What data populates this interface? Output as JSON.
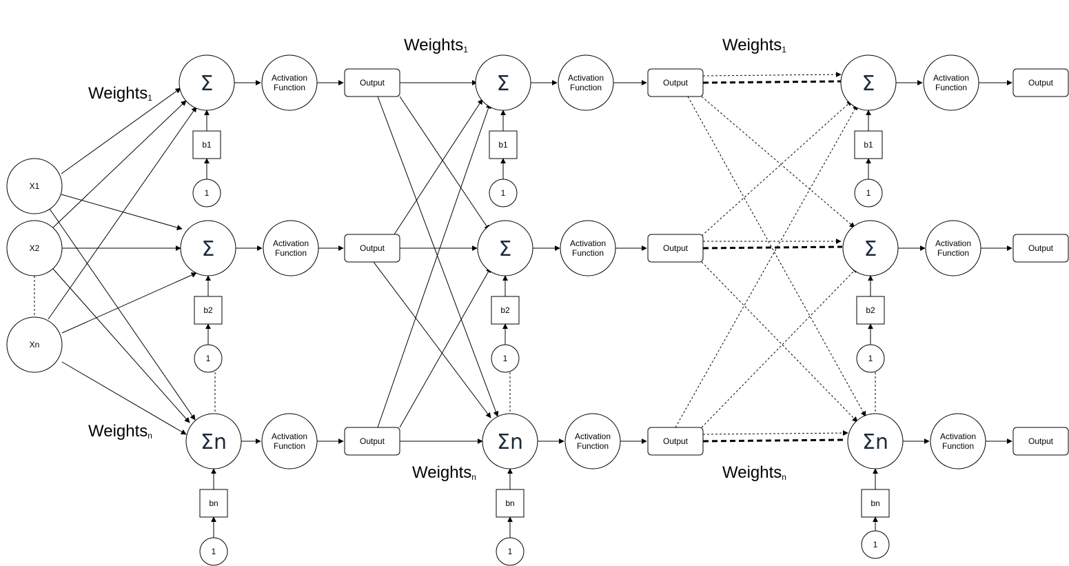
{
  "inputs": {
    "x1": "X1",
    "x2": "X2",
    "xn": "Xn"
  },
  "sigma": "Σ",
  "sigma_n": "Σn",
  "activation_line1": "Activation",
  "activation_line2": "Function",
  "output": "Output",
  "bias": {
    "b1": "b1",
    "b2": "b2",
    "bn": "bn"
  },
  "bias_input": "1",
  "weights_1_base": "Weights",
  "weights_1_sub": "1",
  "weights_n_base": "Weights",
  "weights_n_sub": "n"
}
